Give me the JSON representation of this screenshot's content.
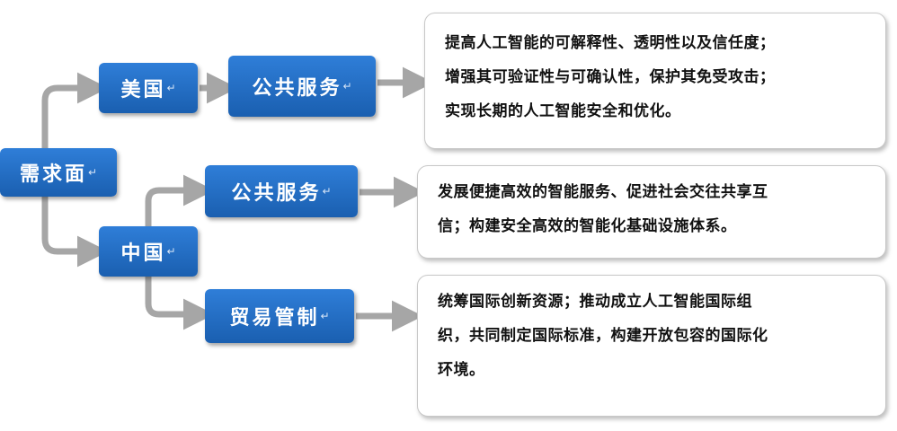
{
  "nodes": {
    "root": "需求面",
    "usa": "美国",
    "china": "中国",
    "usa_public": "公共服务",
    "china_public": "公共服务",
    "china_trade": "贸易管制"
  },
  "return_mark": "↵",
  "descriptions": {
    "usa_public": [
      "提高人工智能的可解释性、透明性以及信任度；",
      "增强其可验证性与可确认性，保护其免受攻击；",
      "实现长期的人工智能安全和优化。"
    ],
    "china_public": [
      "发展便捷高效的智能服务、促进社会交往共享互",
      "信；构建安全高效的智能化基础设施体系。"
    ],
    "china_trade": [
      "统筹国际创新资源；推动成立人工智能国际组",
      "织，共同制定国际标准，构建开放包容的国际化",
      "环境。"
    ]
  },
  "colors": {
    "node_fill": "#2f7ed8",
    "connector": "#a6a6a6"
  }
}
